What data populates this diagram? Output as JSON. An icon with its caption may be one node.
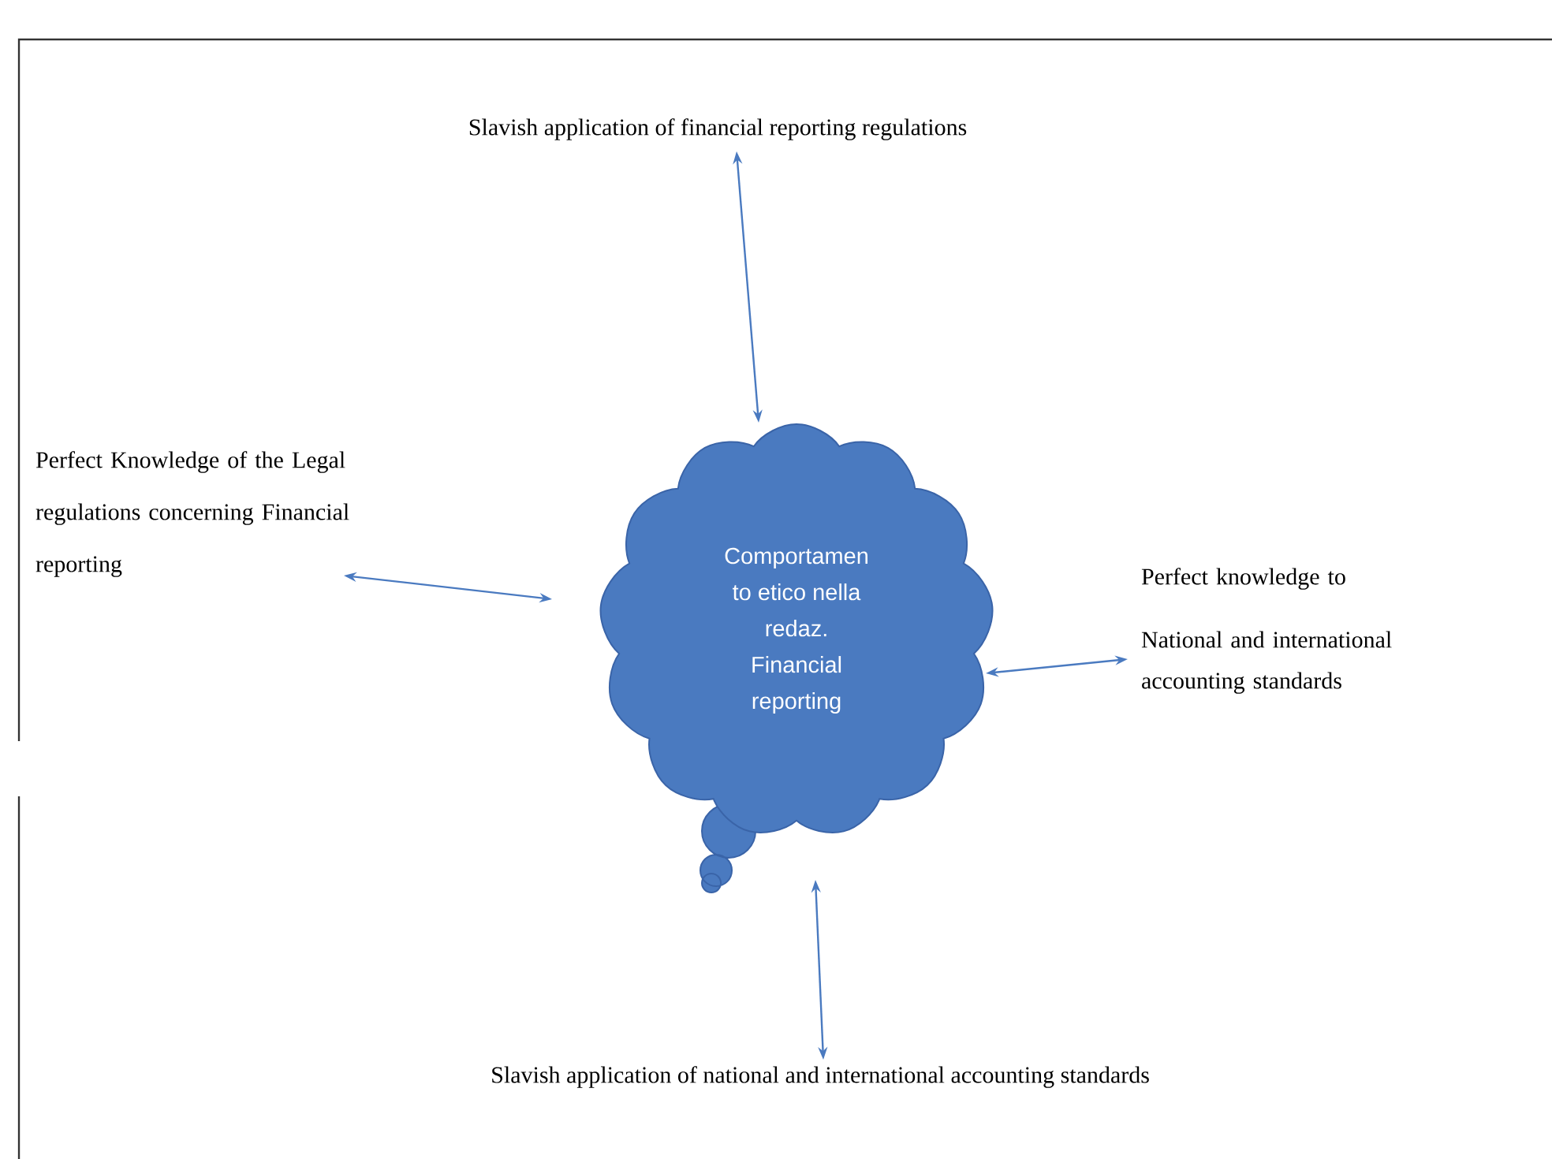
{
  "diagram": {
    "nodes": [
      {
        "text": [
          "Comportamen to etico nella redaz. Financial reporting"
        ]
      },
      {
        "text": [
          "Slavish application of financial reporting regulations"
        ]
      },
      {
        "text": [
          "Perfect Knowledge of the Legal regulations concerning Financial reporting"
        ]
      },
      {
        "text": [
          "Perfect knowledge to",
          "National and international accounting standards"
        ]
      },
      {
        "text": [
          "Slavish application of national and international accounting standards"
        ]
      }
    ],
    "edges": [
      {
        "from": 1,
        "to": 0,
        "arrow": "both"
      },
      {
        "from": 2,
        "to": 0,
        "arrow": "both"
      },
      {
        "from": 0,
        "to": 3,
        "arrow": "both"
      },
      {
        "from": 0,
        "to": 4,
        "arrow": "both"
      }
    ]
  }
}
